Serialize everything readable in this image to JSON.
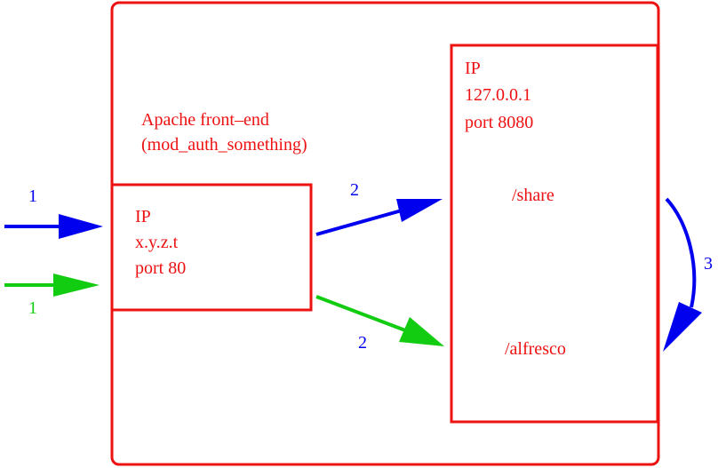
{
  "colors": {
    "red": "#ee1111",
    "blue": "#0000ee",
    "green": "#11cc11",
    "background": "#ffffff"
  },
  "outer_box": {
    "title_line1": "Apache front–end",
    "title_line2": "(mod_auth_something)"
  },
  "front_box": {
    "line1": "IP",
    "line2": "x.y.z.t",
    "line3": "port 80"
  },
  "backend_box": {
    "line1": "IP",
    "line2": "127.0.0.1",
    "line3": "port 8080",
    "path_share": "/share",
    "path_alfresco": "/alfresco"
  },
  "arrows": {
    "incoming_blue": "1",
    "incoming_green": "1",
    "to_share": "2",
    "to_alfresco": "2",
    "share_to_alfresco": "3"
  }
}
